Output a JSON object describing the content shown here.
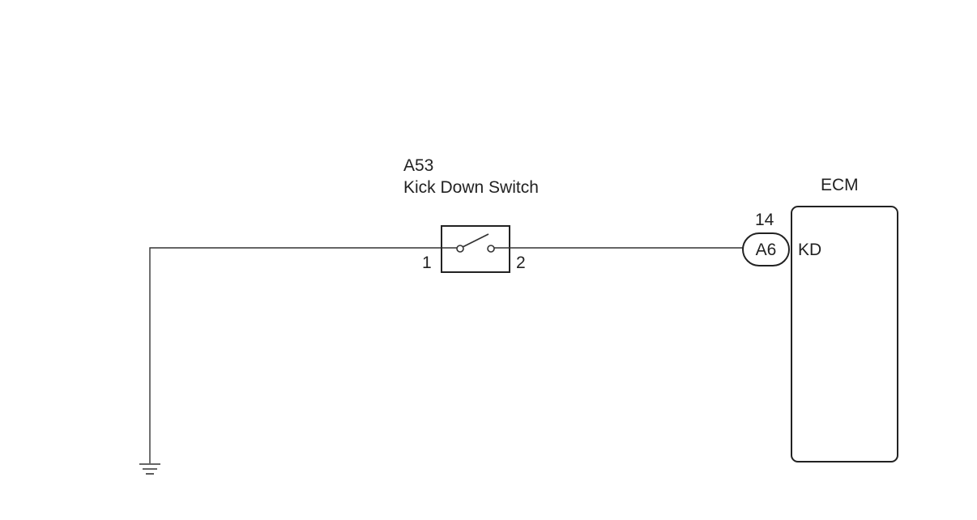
{
  "switch": {
    "code": "A53",
    "name": "Kick Down Switch",
    "pin_left": "1",
    "pin_right": "2"
  },
  "connector": {
    "code": "A6",
    "pin": "14"
  },
  "ecm": {
    "title": "ECM",
    "terminal": "KD"
  },
  "colors": {
    "line": "#333333",
    "text": "#222222"
  },
  "icons": {
    "ground": "ground-symbol-icon",
    "switch": "open-switch-icon"
  }
}
